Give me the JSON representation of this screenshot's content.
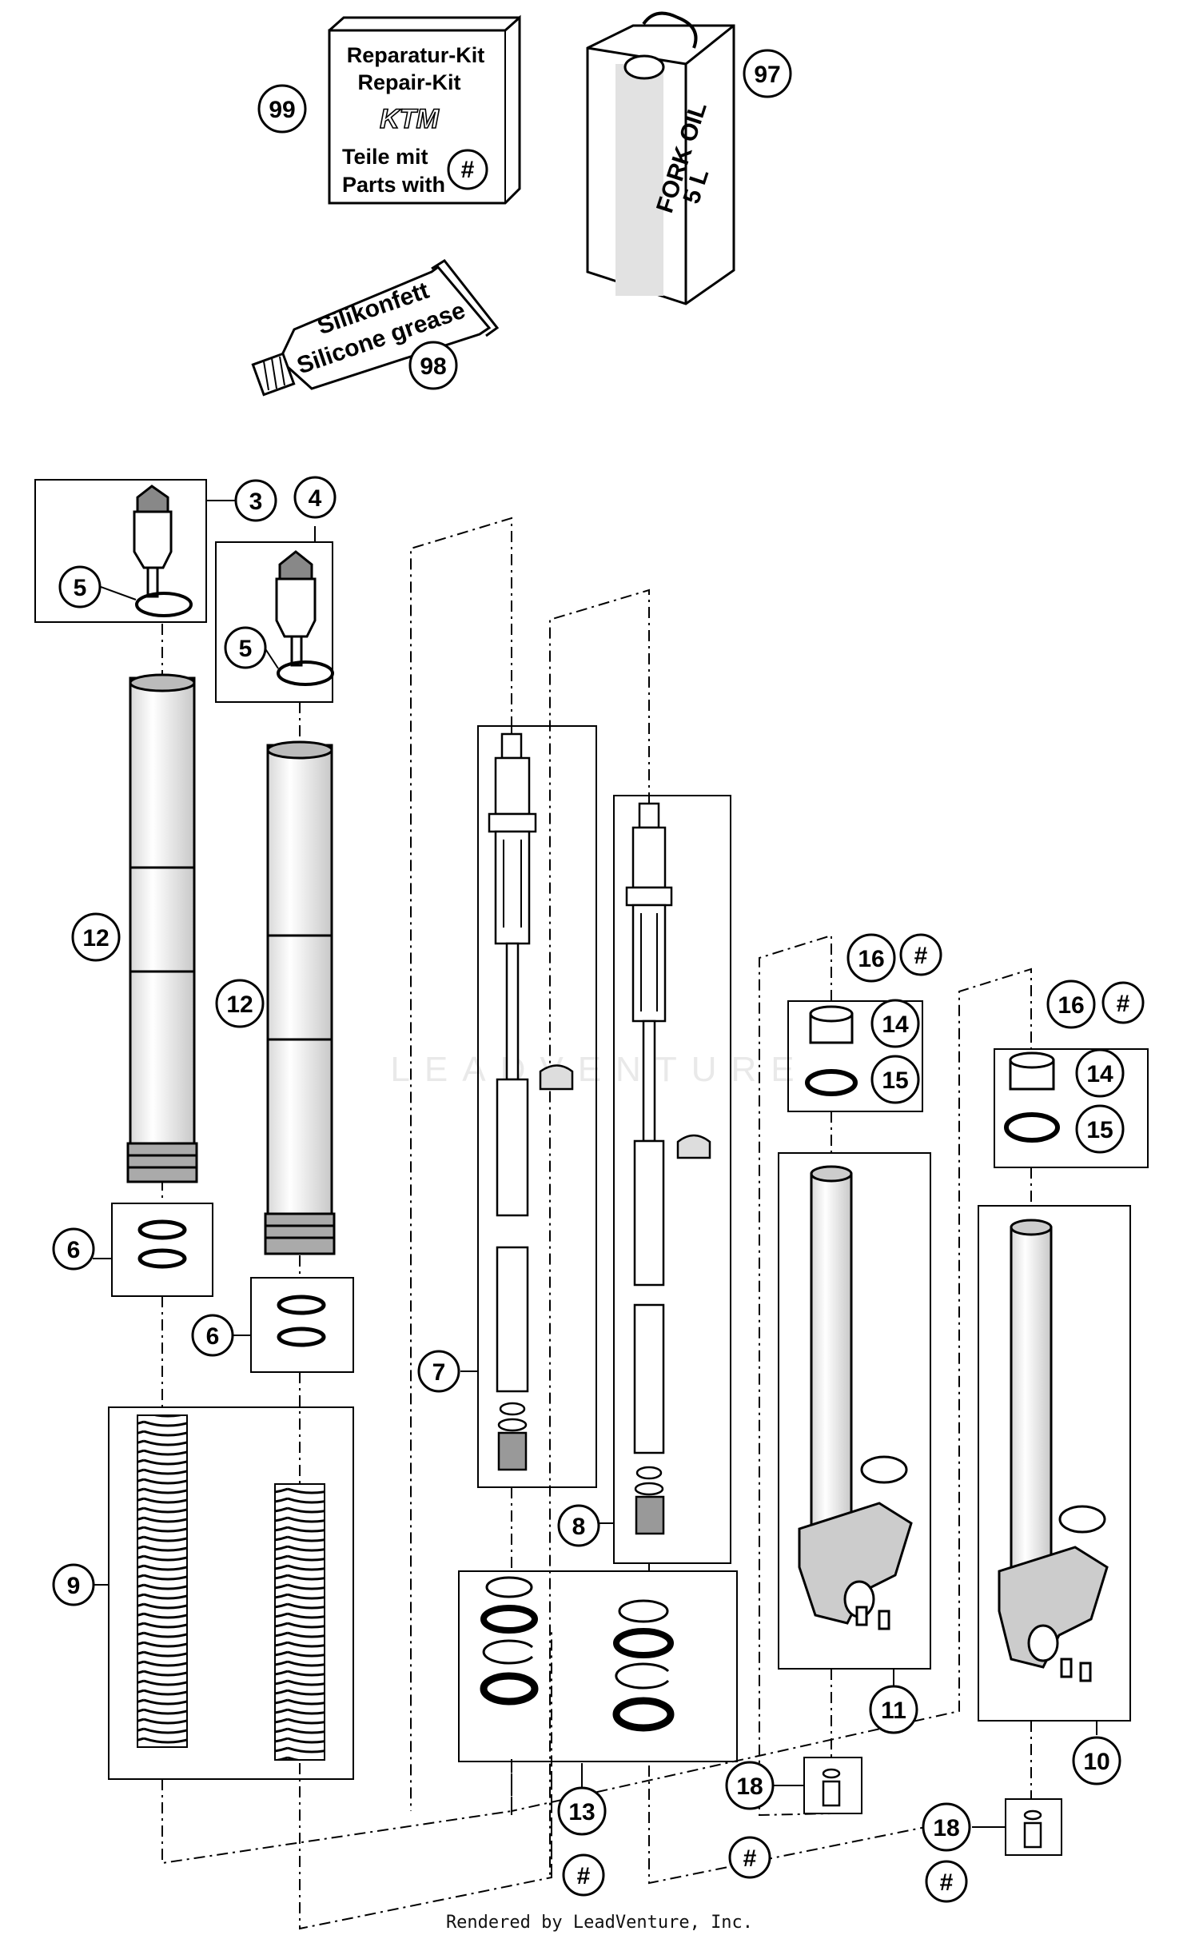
{
  "watermark": "LEADVENTURE",
  "footer": "Rendered by LeadVenture, Inc.",
  "repair_kit": {
    "line1": "Reparatur-Kit",
    "line2": "Repair-Kit",
    "logo": "KTM",
    "line3": "Teile mit",
    "line4": "Parts with",
    "hash": "#"
  },
  "grease_tube": {
    "line1": "Silikonfett",
    "line2": "Silicone grease"
  },
  "oil_can": {
    "line1": "FORK OIL",
    "line2": "5 L"
  },
  "callouts": {
    "c99": "99",
    "c97": "97",
    "c98": "98",
    "c3": "3",
    "c4": "4",
    "c5a": "5",
    "c5b": "5",
    "c12a": "12",
    "c12b": "12",
    "c6a": "6",
    "c6b": "6",
    "c7": "7",
    "c8": "8",
    "c9": "9",
    "c13": "13",
    "c16a": "16",
    "c16b": "16",
    "c14a": "14",
    "c14b": "14",
    "c15a": "15",
    "c15b": "15",
    "c11": "11",
    "c10": "10",
    "c18a": "18",
    "c18b": "18",
    "h16a": "#",
    "h16b": "#",
    "h13": "#",
    "h18a": "#",
    "h18b": "#"
  },
  "colors": {
    "line": "#000000",
    "background": "#ffffff",
    "watermark": "#e9e9e9"
  }
}
